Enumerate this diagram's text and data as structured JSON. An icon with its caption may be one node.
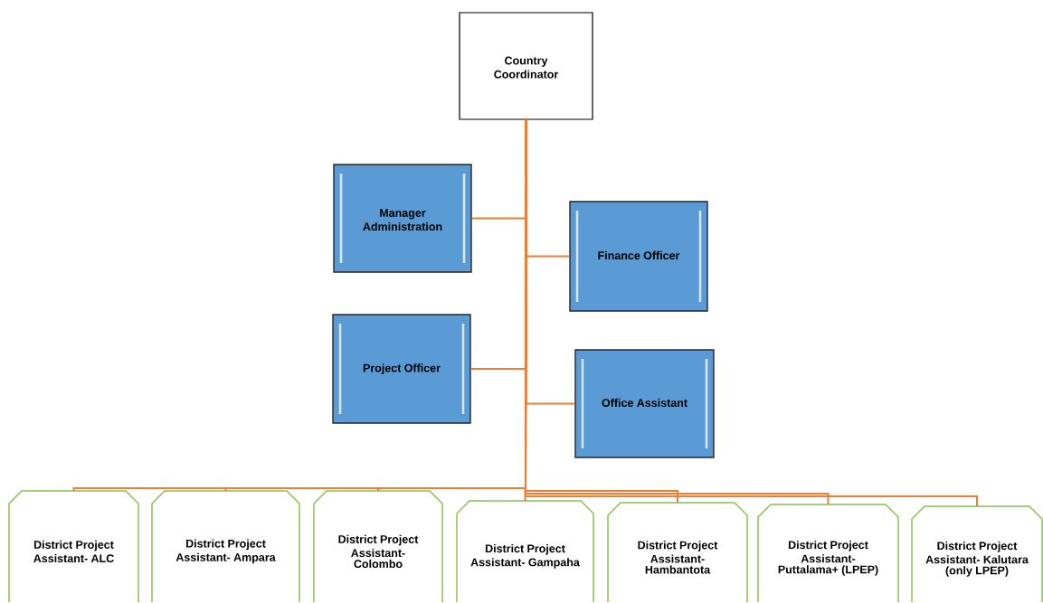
{
  "diagram": {
    "nodes": [
      {
        "text": [
          "Country Coordinator"
        ]
      },
      {
        "text": [
          "Manager Administration"
        ]
      },
      {
        "text": [
          "Finance Officer"
        ]
      },
      {
        "text": [
          "Project Officer"
        ]
      },
      {
        "text": [
          "Office Assistant"
        ]
      },
      {
        "text": [
          "District Project Assistant- ALC"
        ]
      },
      {
        "text": [
          "District Project Assistant- Ampara"
        ]
      },
      {
        "text": [
          "District Project Assistant- Colombo"
        ]
      },
      {
        "text": [
          "District Project Assistant- Gampaha"
        ]
      },
      {
        "text": [
          "District Project Assistant- Hambantota"
        ]
      },
      {
        "text": [
          "District Project Assistant- Puttalama+ (LPEP)"
        ]
      },
      {
        "text": [
          "District Project Assistant- Kalutara (only LPEP)"
        ]
      }
    ],
    "edges": [
      {
        "from": 0,
        "to": 1,
        "arrow": "none"
      },
      {
        "from": 0,
        "to": 2,
        "arrow": "none"
      },
      {
        "from": 0,
        "to": 3,
        "arrow": "none"
      },
      {
        "from": 0,
        "to": 4,
        "arrow": "none"
      },
      {
        "from": 0,
        "to": 5,
        "arrow": "none"
      },
      {
        "from": 0,
        "to": 6,
        "arrow": "none"
      },
      {
        "from": 0,
        "to": 7,
        "arrow": "none"
      },
      {
        "from": 0,
        "to": 8,
        "arrow": "none"
      },
      {
        "from": 0,
        "to": 9,
        "arrow": "none"
      },
      {
        "from": 0,
        "to": 10,
        "arrow": "none"
      },
      {
        "from": 0,
        "to": 11,
        "arrow": "none"
      }
    ]
  }
}
